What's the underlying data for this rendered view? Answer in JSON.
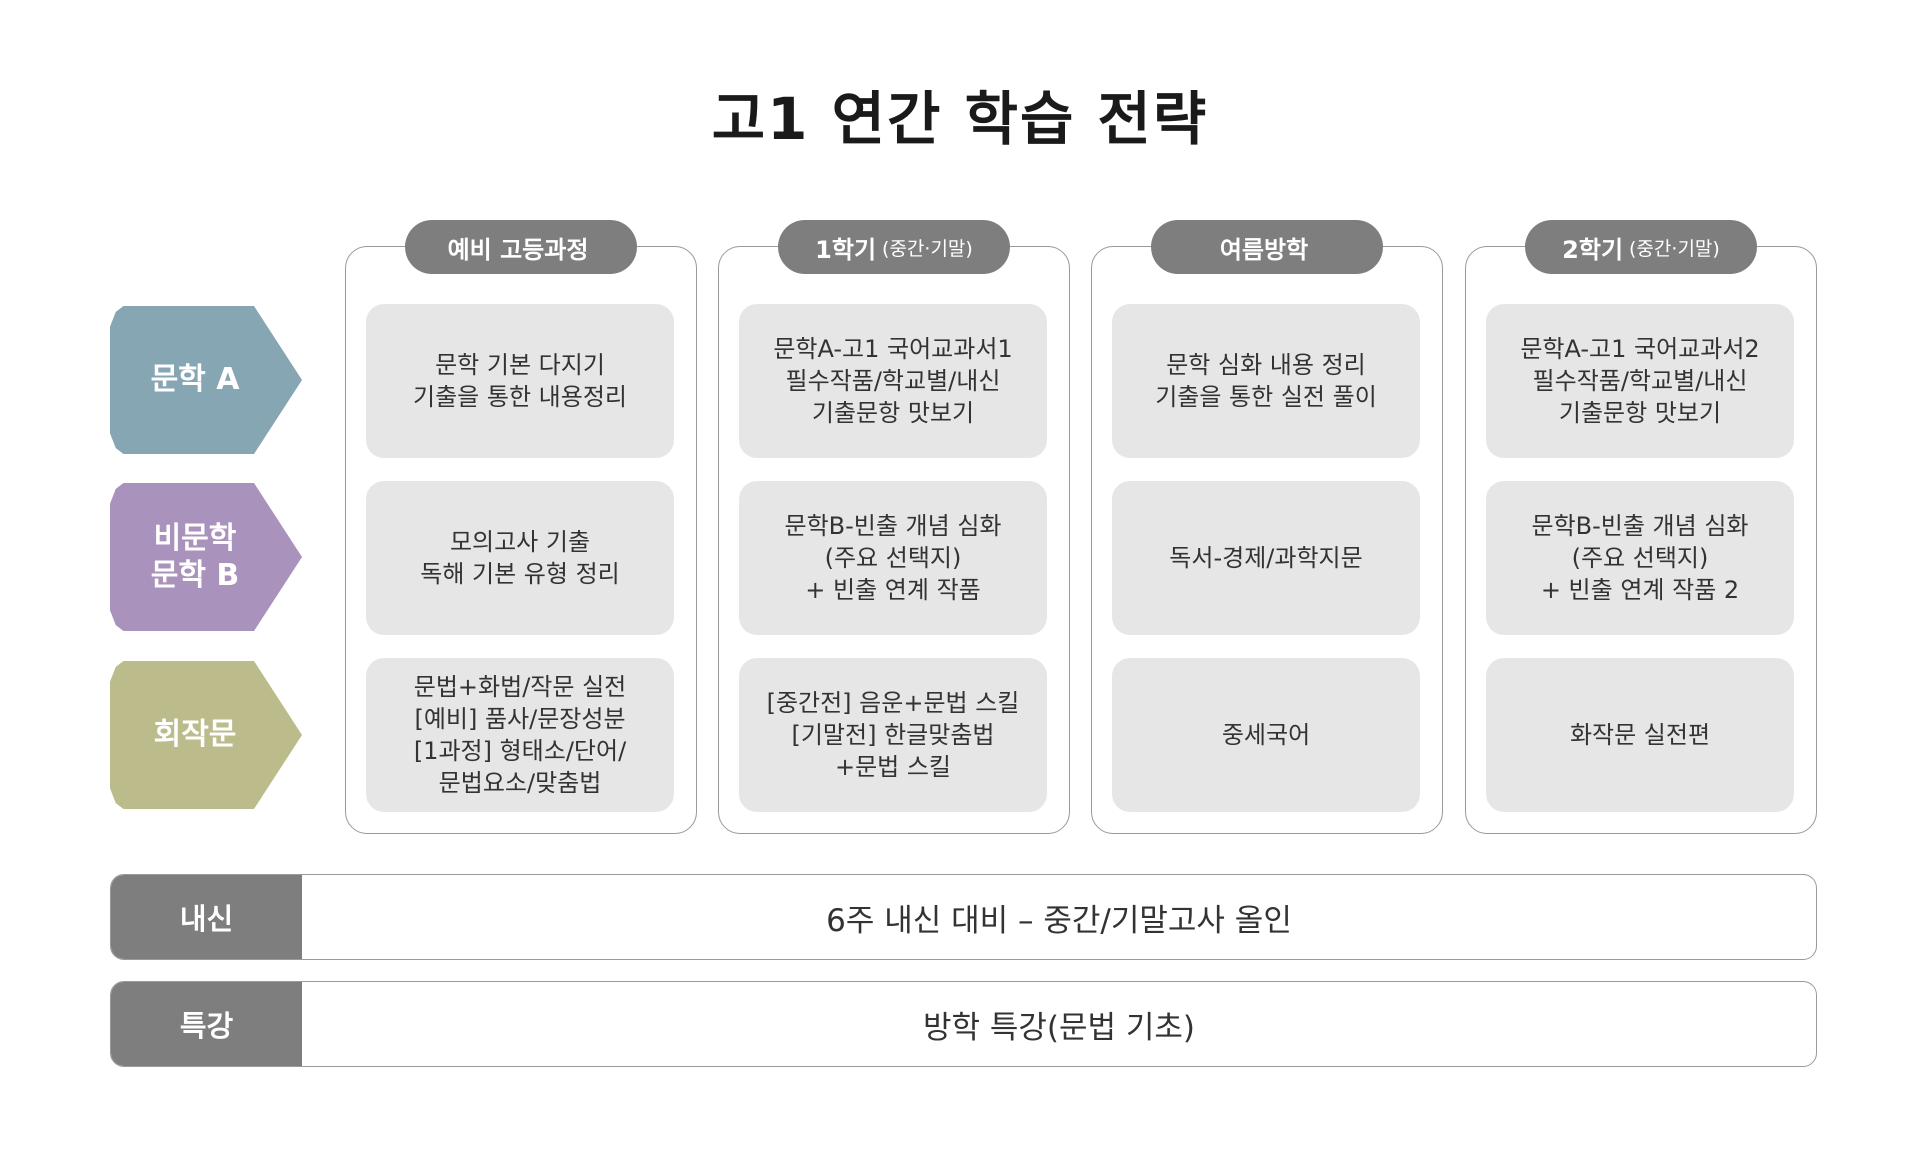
{
  "title": "고1 연간 학습 전략",
  "rows": [
    {
      "label": "문학 A",
      "color": "#87a6b4"
    },
    {
      "label": "비문학\n문학 B",
      "color": "#a992bb"
    },
    {
      "label": "회작문",
      "color": "#bcbb8b"
    }
  ],
  "columns": [
    {
      "header": "예비 고등과정",
      "header_sub": "",
      "cells": [
        "문학 기본 다지기\n기출을 통한 내용정리",
        "모의고사 기출\n독해 기본 유형 정리",
        "문법+화법/작문 실전\n[예비] 품사/문장성분\n[1과정] 형태소/단어/\n문법요소/맞춤법"
      ]
    },
    {
      "header": "1학기",
      "header_sub": "(중간·기말)",
      "cells": [
        "문학A-고1 국어교과서1\n필수작품/학교별/내신\n기출문항 맛보기",
        "문학B-빈출 개념 심화\n(주요 선택지)\n+ 빈출 연계 작품",
        "[중간전] 음운+문법 스킬\n[기말전] 한글맞춤법\n+문법 스킬"
      ]
    },
    {
      "header": "여름방학",
      "header_sub": "",
      "cells": [
        "문학 심화 내용 정리\n기출을 통한 실전 풀이",
        "독서-경제/과학지문",
        "중세국어"
      ]
    },
    {
      "header": "2학기",
      "header_sub": "(중간·기말)",
      "cells": [
        "문학A-고1 국어교과서2\n필수작품/학교별/내신\n기출문항 맛보기",
        "문학B-빈출 개념 심화\n(주요 선택지)\n+ 빈출 연계 작품 2",
        "화작문 실전편"
      ]
    }
  ],
  "bars": [
    {
      "label": "내신",
      "text": "6주 내신 대비 – 중간/기말고사 올인"
    },
    {
      "label": "특강",
      "text": "방학 특강(문법 기초)"
    }
  ]
}
